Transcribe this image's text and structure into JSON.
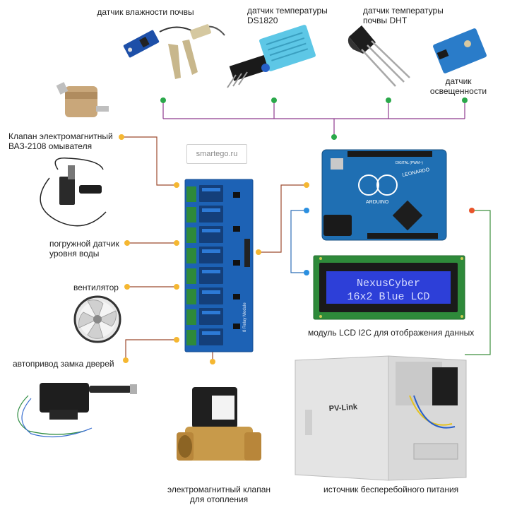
{
  "watermark": "smartego.ru",
  "labels": {
    "soil_moisture": "датчик влажности почвы",
    "temp_ds1820_l1": "датчик температуры",
    "temp_ds1820_l2": "DS1820",
    "temp_dht_l1": "датчик температуры",
    "temp_dht_l2": "почвы DHT",
    "light_l1": "датчик",
    "light_l2": "освещенности",
    "valve_l1": "Клапан электромагнитный",
    "valve_l2": "ВАЗ-2108 омывателя",
    "water_level_l1": "погружной датчик",
    "water_level_l2": "уровня воды",
    "fan": "вентилятор",
    "door_lock": "автопривод замка дверей",
    "heating_valve_l1": "электромагнитный клапан",
    "heating_valve_l2": "для отопления",
    "lcd_module": "модуль LCD I2C для отображения данных",
    "ups": "источник бесперебойного питания"
  },
  "arduino": {
    "brand": "ARDUINO",
    "model": "LEONARDO",
    "digital": "DIGITAL (PWM~)"
  },
  "lcd": {
    "line1": "NexusCyber",
    "line2": "16x2 Blue LCD"
  },
  "relay": {
    "module_text": "8 Relay Module"
  },
  "ups_brand": "PV-Link",
  "colors": {
    "sensor_dot": "#2aa84a",
    "relay_dot": "#f5b731",
    "lcd_dot": "#2a8fe0",
    "power_dot": "#e8542a",
    "wire_purple": "#8e3a8e",
    "wire_brown": "#9c4a2e",
    "wire_blue": "#2f6fb8",
    "wire_green": "#3e8f3e",
    "relay_blue": "#1d62b5",
    "arduino_blue": "#1f6fb3",
    "lcd_screen": "#2d3fd8"
  }
}
